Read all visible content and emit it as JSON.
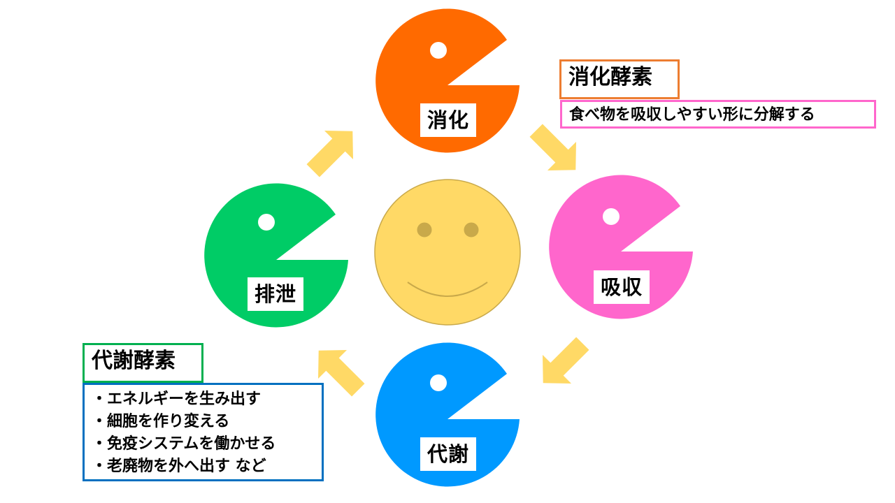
{
  "colors": {
    "digestion": "#ff6a00",
    "absorption": "#ff66cc",
    "metabolism": "#0099ff",
    "excretion": "#00cc66",
    "arrow": "#ffd966",
    "face": "#ffd966",
    "face_outline": "#c9a94a",
    "eye": "#c9a94a",
    "digestive_box_border": "#ed7d31",
    "digestive_desc_border": "#ff66cc",
    "metabolic_box_border": "#00b050",
    "metabolic_desc_border": "#0070c0"
  },
  "center_icon": "smiley-face-icon",
  "nodes": {
    "digestion": {
      "label": "消化",
      "icon": "pacman-icon"
    },
    "absorption": {
      "label": "吸収",
      "icon": "pacman-icon"
    },
    "metabolism": {
      "label": "代謝",
      "icon": "pacman-icon"
    },
    "excretion": {
      "label": "排泄",
      "icon": "pacman-icon"
    }
  },
  "digestive_enzyme": {
    "title": "消化酵素",
    "description": "食べ物を吸収しやすい形に分解する"
  },
  "metabolic_enzyme": {
    "title": "代謝酵素",
    "items": [
      "・エネルギーを生み出す",
      "・細胞を作り変える",
      "・免疫システムを働かせる",
      "・老廃物を外へ出す など"
    ]
  }
}
